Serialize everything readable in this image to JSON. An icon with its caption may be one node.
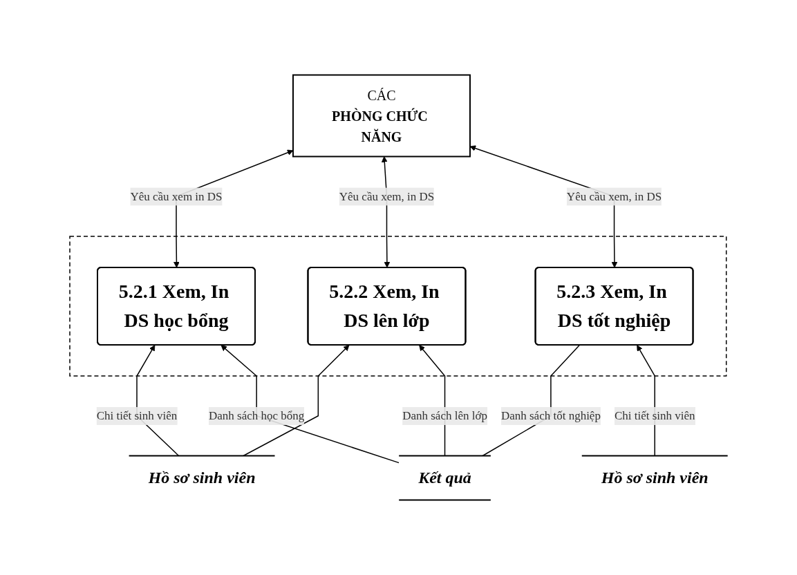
{
  "diagram": {
    "nodes": [
      {
        "text": [
          "CÁC",
          "PHÒNG CHỨC NĂNG"
        ]
      },
      {
        "text": [],
        "shape": "box"
      },
      {
        "text": [
          "5.2.1 Xem, In DS học bổng"
        ],
        "in": 1
      },
      {
        "text": [
          "5.2.2 Xem, In DS lên lớp"
        ],
        "in": 1
      },
      {
        "text": [
          "5.2.3 Xem, In DS tốt nghiệp"
        ],
        "in": 1
      },
      {
        "text": [
          "Hồ sơ sinh viên"
        ]
      },
      {
        "text": [
          "Kết quả"
        ]
      },
      {
        "text": [
          "Hồ sơ sinh viên"
        ]
      }
    ],
    "edges": [
      {
        "from": 2,
        "to": 0,
        "arrow": "both",
        "label": "Yêu cầu xem in DS"
      },
      {
        "from": 3,
        "to": 0,
        "arrow": "both",
        "label": "Yêu cầu  xem, in DS"
      },
      {
        "from": 4,
        "to": 0,
        "arrow": "both",
        "label": "Yêu cầu xem, in DS"
      },
      {
        "from": 5,
        "to": 2,
        "arrow": "to",
        "label": "Chi tiết sinh viên"
      },
      {
        "from": 5,
        "to": 3,
        "arrow": "to"
      },
      {
        "from": 6,
        "to": 2,
        "arrow": "to",
        "label": "Danh sách học bổng"
      },
      {
        "from": 6,
        "to": 3,
        "arrow": "to",
        "label": "Danh sách lên lớp"
      },
      {
        "from": 6,
        "to": 4,
        "arrow": "none",
        "label": "Danh sách tốt nghiệp"
      },
      {
        "from": 7,
        "to": 4,
        "arrow": "to",
        "label": "Chi tiết sinh viên"
      }
    ]
  }
}
